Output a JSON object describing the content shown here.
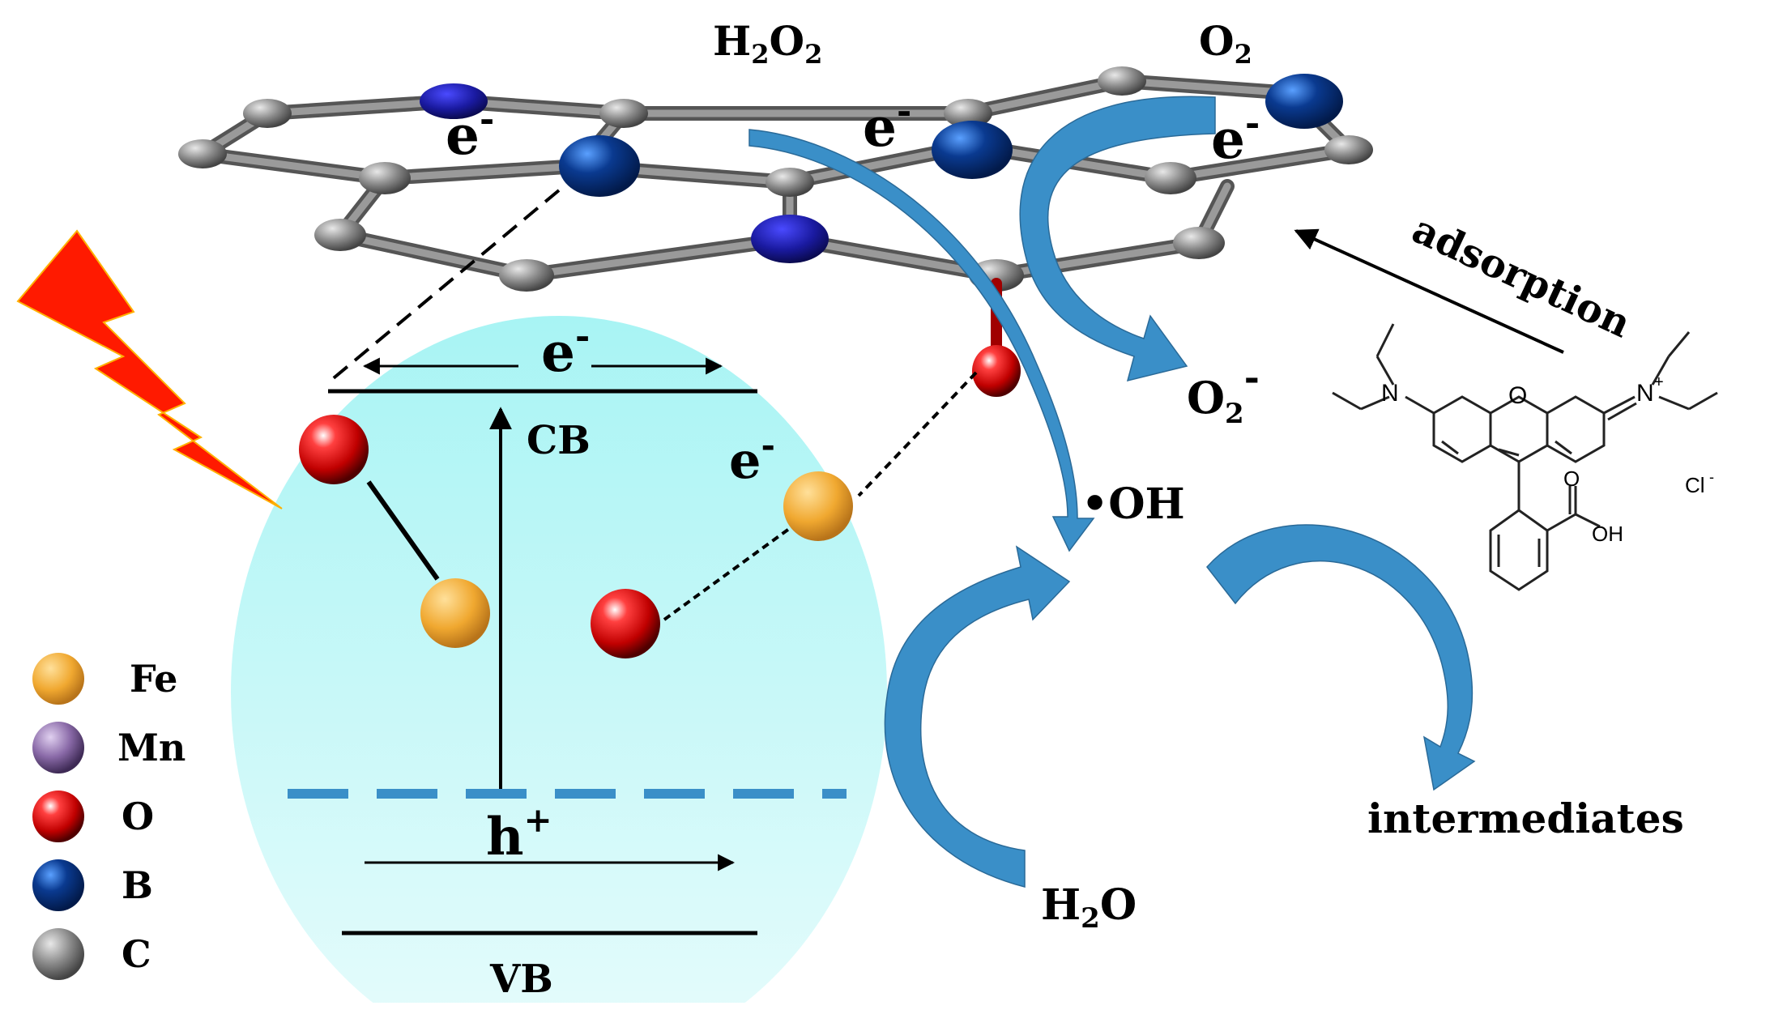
{
  "molecules": {
    "h2o2": "H",
    "h2o2_sub1": "2",
    "h2o2_mid": "O",
    "h2o2_sub2": "2",
    "o2": "O",
    "o2_sub": "2",
    "superoxide": "O",
    "superoxide_sub": "2",
    "superoxide_charge": "-",
    "hydroxyl": "•OH",
    "water": "H",
    "water_sub": "2",
    "water_tail": "O"
  },
  "electrons": {
    "base": "e",
    "charge": "-"
  },
  "bands": {
    "cb": "CB",
    "vb": "VB",
    "hole": "h",
    "hole_charge": "+"
  },
  "process": {
    "adsorption": "adsorption",
    "intermediates": "intermediates"
  },
  "dye": {
    "n_left": "N",
    "n_right": "N",
    "n_charge": "+",
    "o_ring": "O",
    "o_carbonyl": "O",
    "oh": "OH",
    "chloride": "Cl",
    "chloride_charge": "-"
  },
  "legend": [
    {
      "label": "Fe",
      "color": "#f0a830"
    },
    {
      "label": "Mn",
      "color": "#8a6aa8"
    },
    {
      "label": "O",
      "color": "#d01010"
    },
    {
      "label": "B",
      "color": "#0a3a90"
    },
    {
      "label": "C",
      "color": "#8a8a8a"
    }
  ],
  "colors": {
    "flow_arrow": "#3a8fc8",
    "particle": "#bff7f7",
    "nitrogen": "#1a1aa0",
    "lightning": "#ff1a00"
  }
}
